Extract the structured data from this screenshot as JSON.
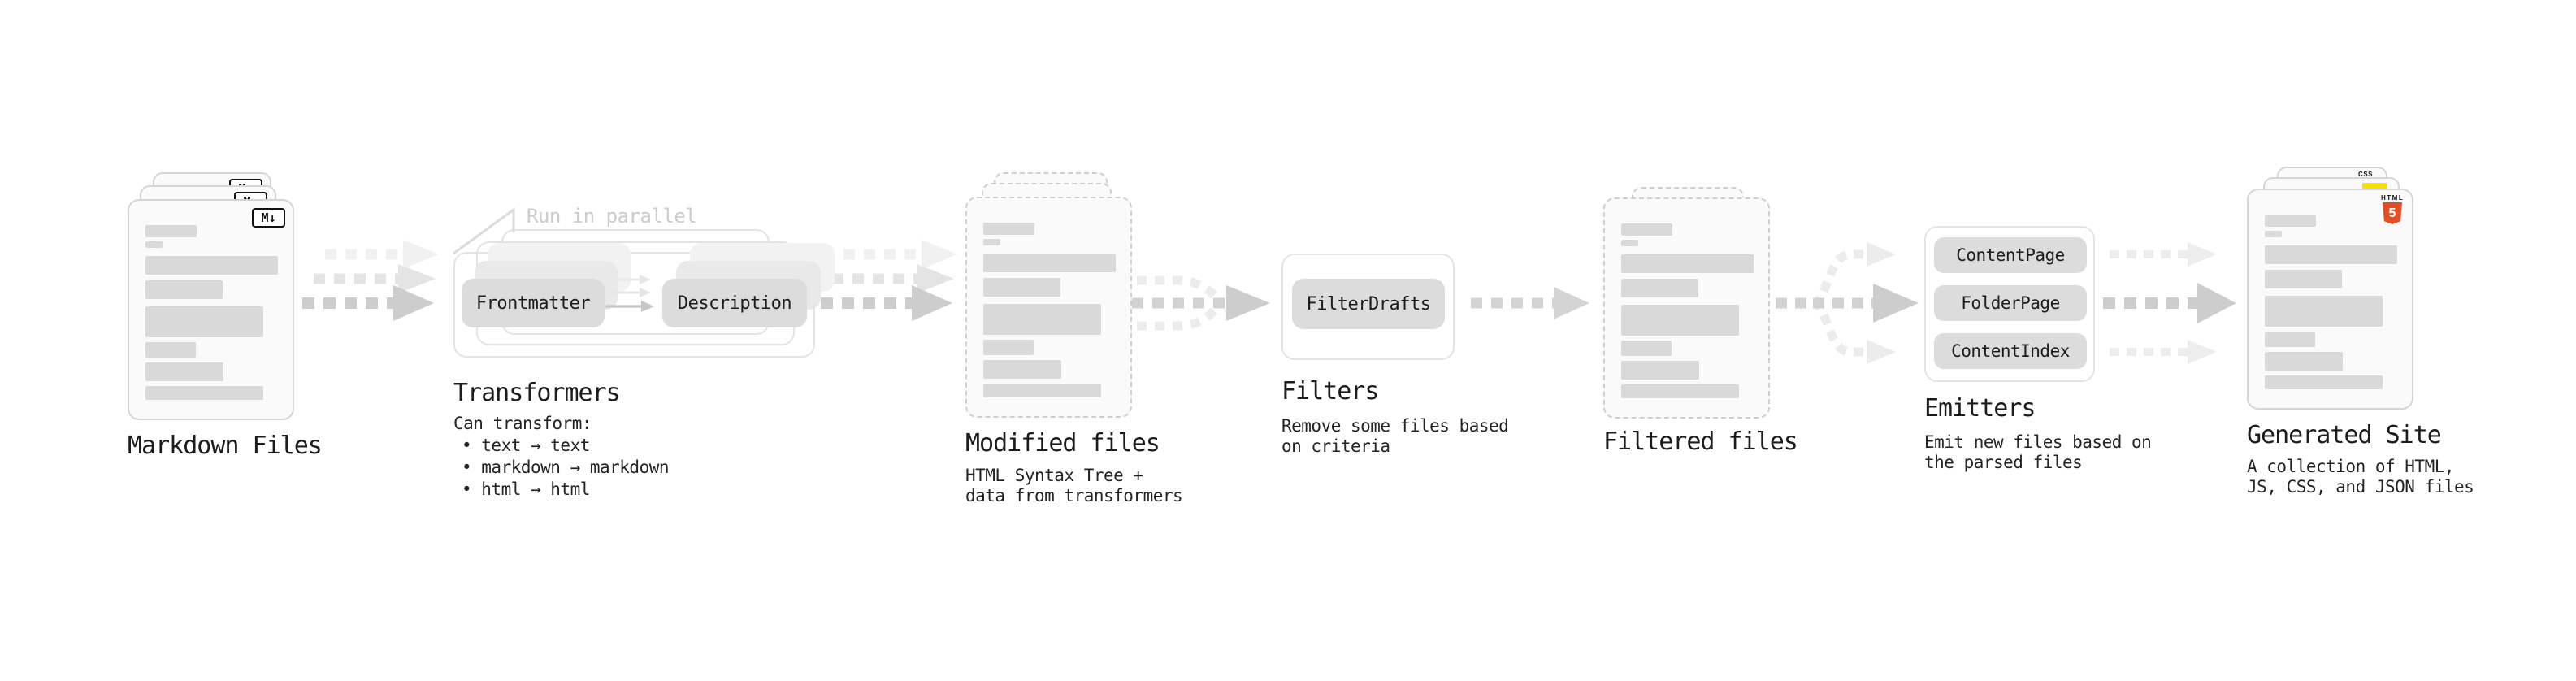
{
  "canvas": {
    "background": "#ffffff"
  },
  "pipeline": {
    "markdown_files": {
      "label": "Markdown Files",
      "badge": "M↓"
    },
    "transformers": {
      "title": "Transformers",
      "annotation": "Run in parallel",
      "transformer_1": "Frontmatter",
      "transformer_2": "Description",
      "desc_intro": "Can transform:",
      "desc_bullets": [
        "• text → text",
        "• markdown → markdown",
        "• html → html"
      ]
    },
    "modified_files": {
      "label": "Modified files",
      "desc_line_1": "HTML Syntax Tree +",
      "desc_line_2": "data from transformers"
    },
    "filters": {
      "title": "Filters",
      "filter_1": "FilterDrafts",
      "desc_line_1": "Remove some files based",
      "desc_line_2": "on criteria"
    },
    "filtered_files": {
      "label": "Filtered files"
    },
    "emitters": {
      "title": "Emitters",
      "emitter_1": "ContentPage",
      "emitter_2": "FolderPage",
      "emitter_3": "ContentIndex",
      "desc_line_1": "Emit new files based on",
      "desc_line_2": "the parsed files"
    },
    "generated_site": {
      "label": "Generated Site",
      "css_badge": "CSS",
      "html5_caption": "HTML",
      "html5_numeral": "5",
      "desc_line_1": "A collection of HTML,",
      "desc_line_2": "JS, CSS, and JSON files"
    }
  },
  "colors": {
    "text": "#1c1c1c",
    "doc_fill": "#fafafa",
    "doc_border": "#d5d5d5",
    "dashed_border": "#cfcfcf",
    "placeholder_bar": "#d9d9d9",
    "button_fill": "#dcdcdc",
    "outline_box": "#e4e4e4",
    "arrow_main": "#cdcdcd",
    "arrow_ghost": "#e4e4e4",
    "arrow_faint": "#ececec",
    "annotation": "#cccccc",
    "html5_orange": "#e44d26",
    "js_yellow": "#f7e000",
    "css_blue": "#2965f1"
  }
}
